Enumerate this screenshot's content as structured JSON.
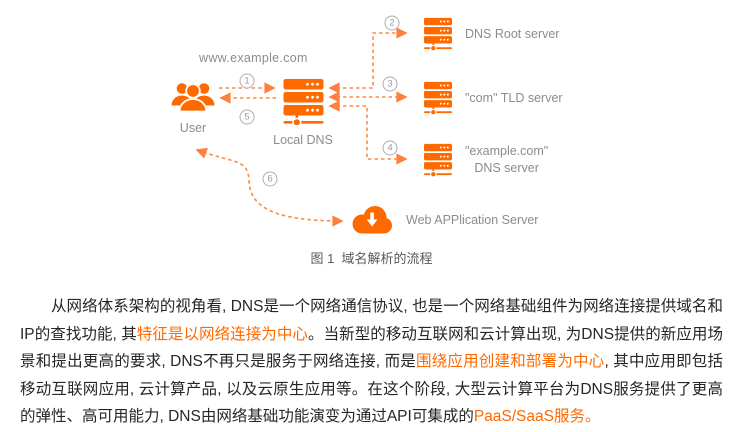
{
  "figure": {
    "domain_label": "www.example.com",
    "nodes": {
      "user": "User",
      "local_dns": "Local DNS",
      "root_server": "DNS Root server",
      "tld_server": "\"com\" TLD server",
      "auth_server_line1": "\"example.com\"",
      "auth_server_line2": "DNS server",
      "web_server": "Web APPlication Server"
    },
    "steps": {
      "s1": "1",
      "s2": "2",
      "s3": "3",
      "s4": "4",
      "s5": "5",
      "s6": "6"
    },
    "caption": "图 1  域名解析的流程"
  },
  "paragraph": {
    "segments": [
      {
        "text": "从网络体系架构的视角看, DNS是一个网络通信协议, 也是一个网络基础组件为网络连接提供域名和IP的查找功能, 其",
        "highlight": false
      },
      {
        "text": "特征是以网络连接为中心",
        "highlight": true
      },
      {
        "text": "。当新型的移动互联网和云计算出现, 为DNS提供的新应用场景和提出更高的要求, DNS不再只是服务于网络连接, 而是",
        "highlight": false
      },
      {
        "text": "围绕应用创建和部署为中心",
        "highlight": true
      },
      {
        "text": ", 其中应用即包括移动互联网应用, 云计算产品, 以及云原生应用等。在这个阶段, 大型云计算平台为DNS服务提供了更高的弹性、高可用能力, DNS由网络基础功能演变为通过API可集成的",
        "highlight": false
      },
      {
        "text": "PaaS/SaaS服务。",
        "highlight": true
      }
    ]
  },
  "colors": {
    "accent": "#FF6A00",
    "arrow": "#FF8A45",
    "label_gray": "#8C8C8C",
    "caption_gray": "#595959",
    "body_text": "#262626",
    "highlight": "#FF6A00"
  }
}
